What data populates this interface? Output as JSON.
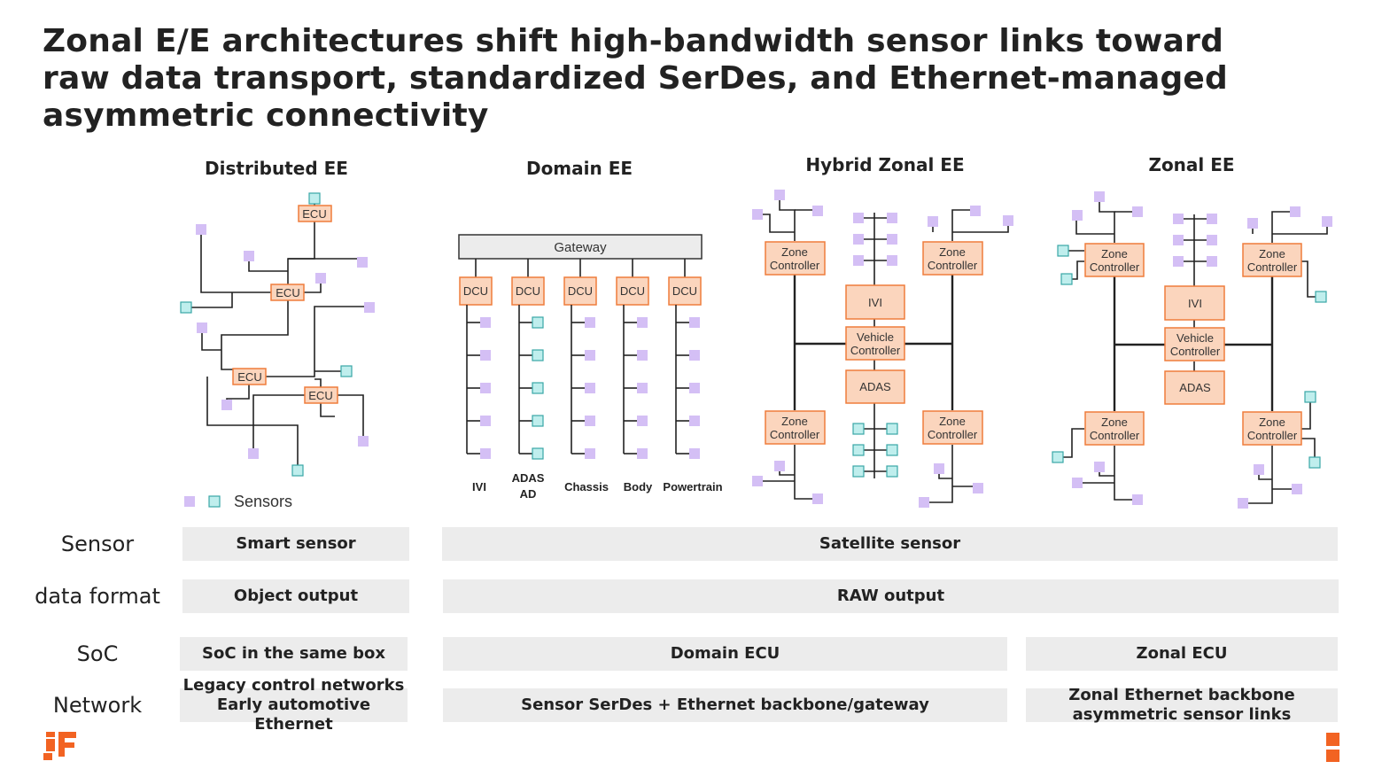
{
  "title_lines": [
    "Zonal E/E architectures shift high-bandwidth sensor links toward",
    "raw data transport, standardized SerDes, and Ethernet-managed",
    "asymmetric connectivity"
  ],
  "columns": {
    "distributed": "Distributed EE",
    "domain": "Domain EE",
    "hybrid": "Hybrid Zonal EE",
    "zonal": "Zonal EE"
  },
  "diagram": {
    "ecu_label": "ECU",
    "gateway_label": "Gateway",
    "dcu_label": "DCU",
    "ivi_label": "IVI",
    "adas_label": "ADAS",
    "vehicle_controller_line1": "Vehicle",
    "vehicle_controller_line2": "Controller",
    "zone_controller_line1": "Zone",
    "zone_controller_line2": "Controller",
    "domains": [
      "IVI",
      "ADAS\nAD",
      "Chassis",
      "Body",
      "Powertrain"
    ],
    "domain_adas_line1": "ADAS",
    "domain_adas_line2": "AD",
    "sensors_legend": "Sensors"
  },
  "row_labels": {
    "sensor": "Sensor",
    "data_format": "data format",
    "soc": "SoC",
    "network": "Network"
  },
  "rows": {
    "sensor_distributed": "Smart sensor",
    "sensor_other": "Satellite sensor",
    "format_distributed": "Object output",
    "format_other": "RAW output",
    "soc_distributed": "SoC in the same box",
    "soc_domain": "Domain ECU",
    "soc_zonal": "Zonal ECU",
    "network_distributed_line1": "Legacy control networks",
    "network_distributed_line2": "Early automotive Ethernet",
    "network_domain": "Sensor SerDes + Ethernet backbone/gateway",
    "network_zonal_line1": "Zonal Ethernet backbone",
    "network_zonal_line2": "asymmetric sensor links"
  },
  "colors": {
    "box_fill": "#fbd5bd",
    "box_stroke": "#ef7d3c",
    "sensor_purple": "#d4bff5",
    "sensor_teal": "#bfeeed",
    "teal_stroke": "#3aa7a7",
    "bar_bg": "#ececec",
    "logo_orange": "#f26322"
  }
}
